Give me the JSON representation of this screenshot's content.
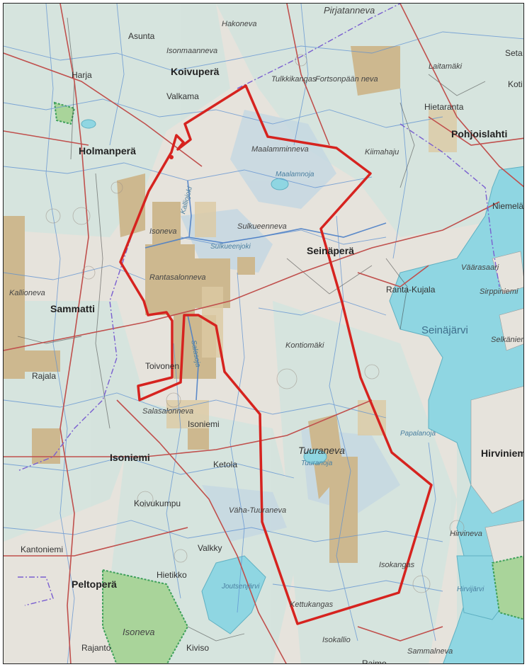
{
  "map": {
    "colors": {
      "terrain": "#e9e6df",
      "forest": "#d7e5df",
      "fields": "#cdb890",
      "water": "#8fd6e2",
      "bog": "#c9d9e3",
      "boundary": "#d6231f",
      "roads": "#c0504d",
      "streams": "#5c8fd1",
      "admin_border": "#7a5fd0"
    },
    "area_boundary_color": "#d6231f",
    "place_labels": [
      "Asunta",
      "Harja",
      "Koivuperä",
      "Valkama",
      "Holmanperä",
      "Sammatti",
      "Rajala",
      "Toivonen",
      "Isoniemi",
      "Isoniemi",
      "Ketola",
      "Koivukumpu",
      "Valkky",
      "Hietikko",
      "Kantoniemi",
      "Peltoperä",
      "Rajanto",
      "Kiviso",
      "Raimo",
      "Seinäperä",
      "Ranta-Kujala",
      "Pohjoislahti",
      "Hietaranta",
      "Niemelä",
      "Hirviniemi",
      "Seta",
      "Koti",
      "Kontiomäki"
    ],
    "terrain_labels": [
      "Hakoneva",
      "Isonmaanneva",
      "Tulkkikangas",
      "Fortsonpään neva",
      "Laitamäki",
      "Maalamminneva",
      "Kiimahaju",
      "Isoneva",
      "Rantasalonneva",
      "Sulkueenneva",
      "Salasalonneva",
      "Tuuraneva",
      "Väha-Tuuraneva",
      "Isokangas",
      "Kettukangas",
      "Hirvineva",
      "Isoneva",
      "Sammalneva",
      "Isokallio",
      "Pirjatanneva",
      "Kallioneva",
      "Väärasaari",
      "Sirppiniemi",
      "Selkäniemi"
    ],
    "water_labels": [
      "Seinäjärvi",
      "Sulkueenjoki",
      "Joutsenjärvi",
      "Tuuranoja",
      "Papalanoja",
      "Hirvijärvi",
      "Maalamnoja",
      "Kalliojoki",
      "Salasoja"
    ]
  }
}
